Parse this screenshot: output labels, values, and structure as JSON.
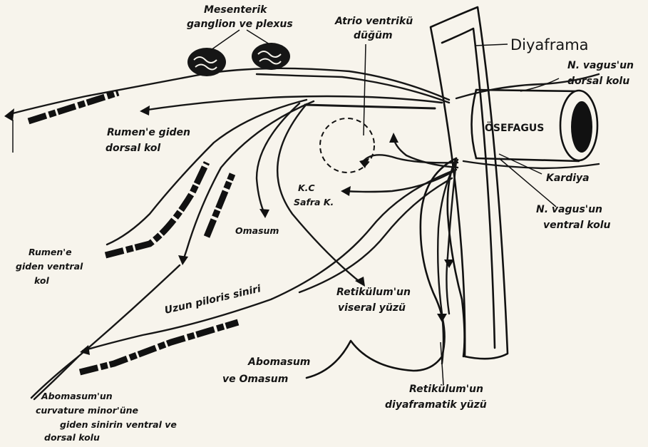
{
  "labels": {
    "mesenteric_ganglion": [
      "Mesenterik",
      "ganglion ve plexus"
    ],
    "av_node": [
      "Atrio ventrikü",
      "düğüm"
    ],
    "diaphragm": "Diyaframa",
    "vagus_dorsal": [
      "N. vagus'un",
      "dorsal kolu"
    ],
    "esophagus": "ÖSEFAGUS",
    "cardia": "Kardiya",
    "vagus_ventral": [
      "N. vagus'un",
      "ventral kolu"
    ],
    "rumen_dorsal": [
      "Rumen'e giden",
      "dorsal kol"
    ],
    "kc_bile": [
      "K.C",
      "Safra K."
    ],
    "omasum": "Omasum",
    "rumen_ventral": [
      "Rumen'e",
      "giden ventral",
      "kol"
    ],
    "long_pyloric": "Uzun piloris siniri",
    "reticulum_visceral": [
      "Retikülum'un",
      "viseral yüzü"
    ],
    "abomasum_omasum": [
      "Abomasum",
      "ve Omasum"
    ],
    "reticulum_diaphragmatic": [
      "Retikülum'un",
      "diyaframatik yüzü"
    ],
    "abomasum_branch": [
      "Abomasum'un",
      "curvature minor'üne",
      "giden sinirin ventral ve",
      "dorsal kolu"
    ]
  }
}
